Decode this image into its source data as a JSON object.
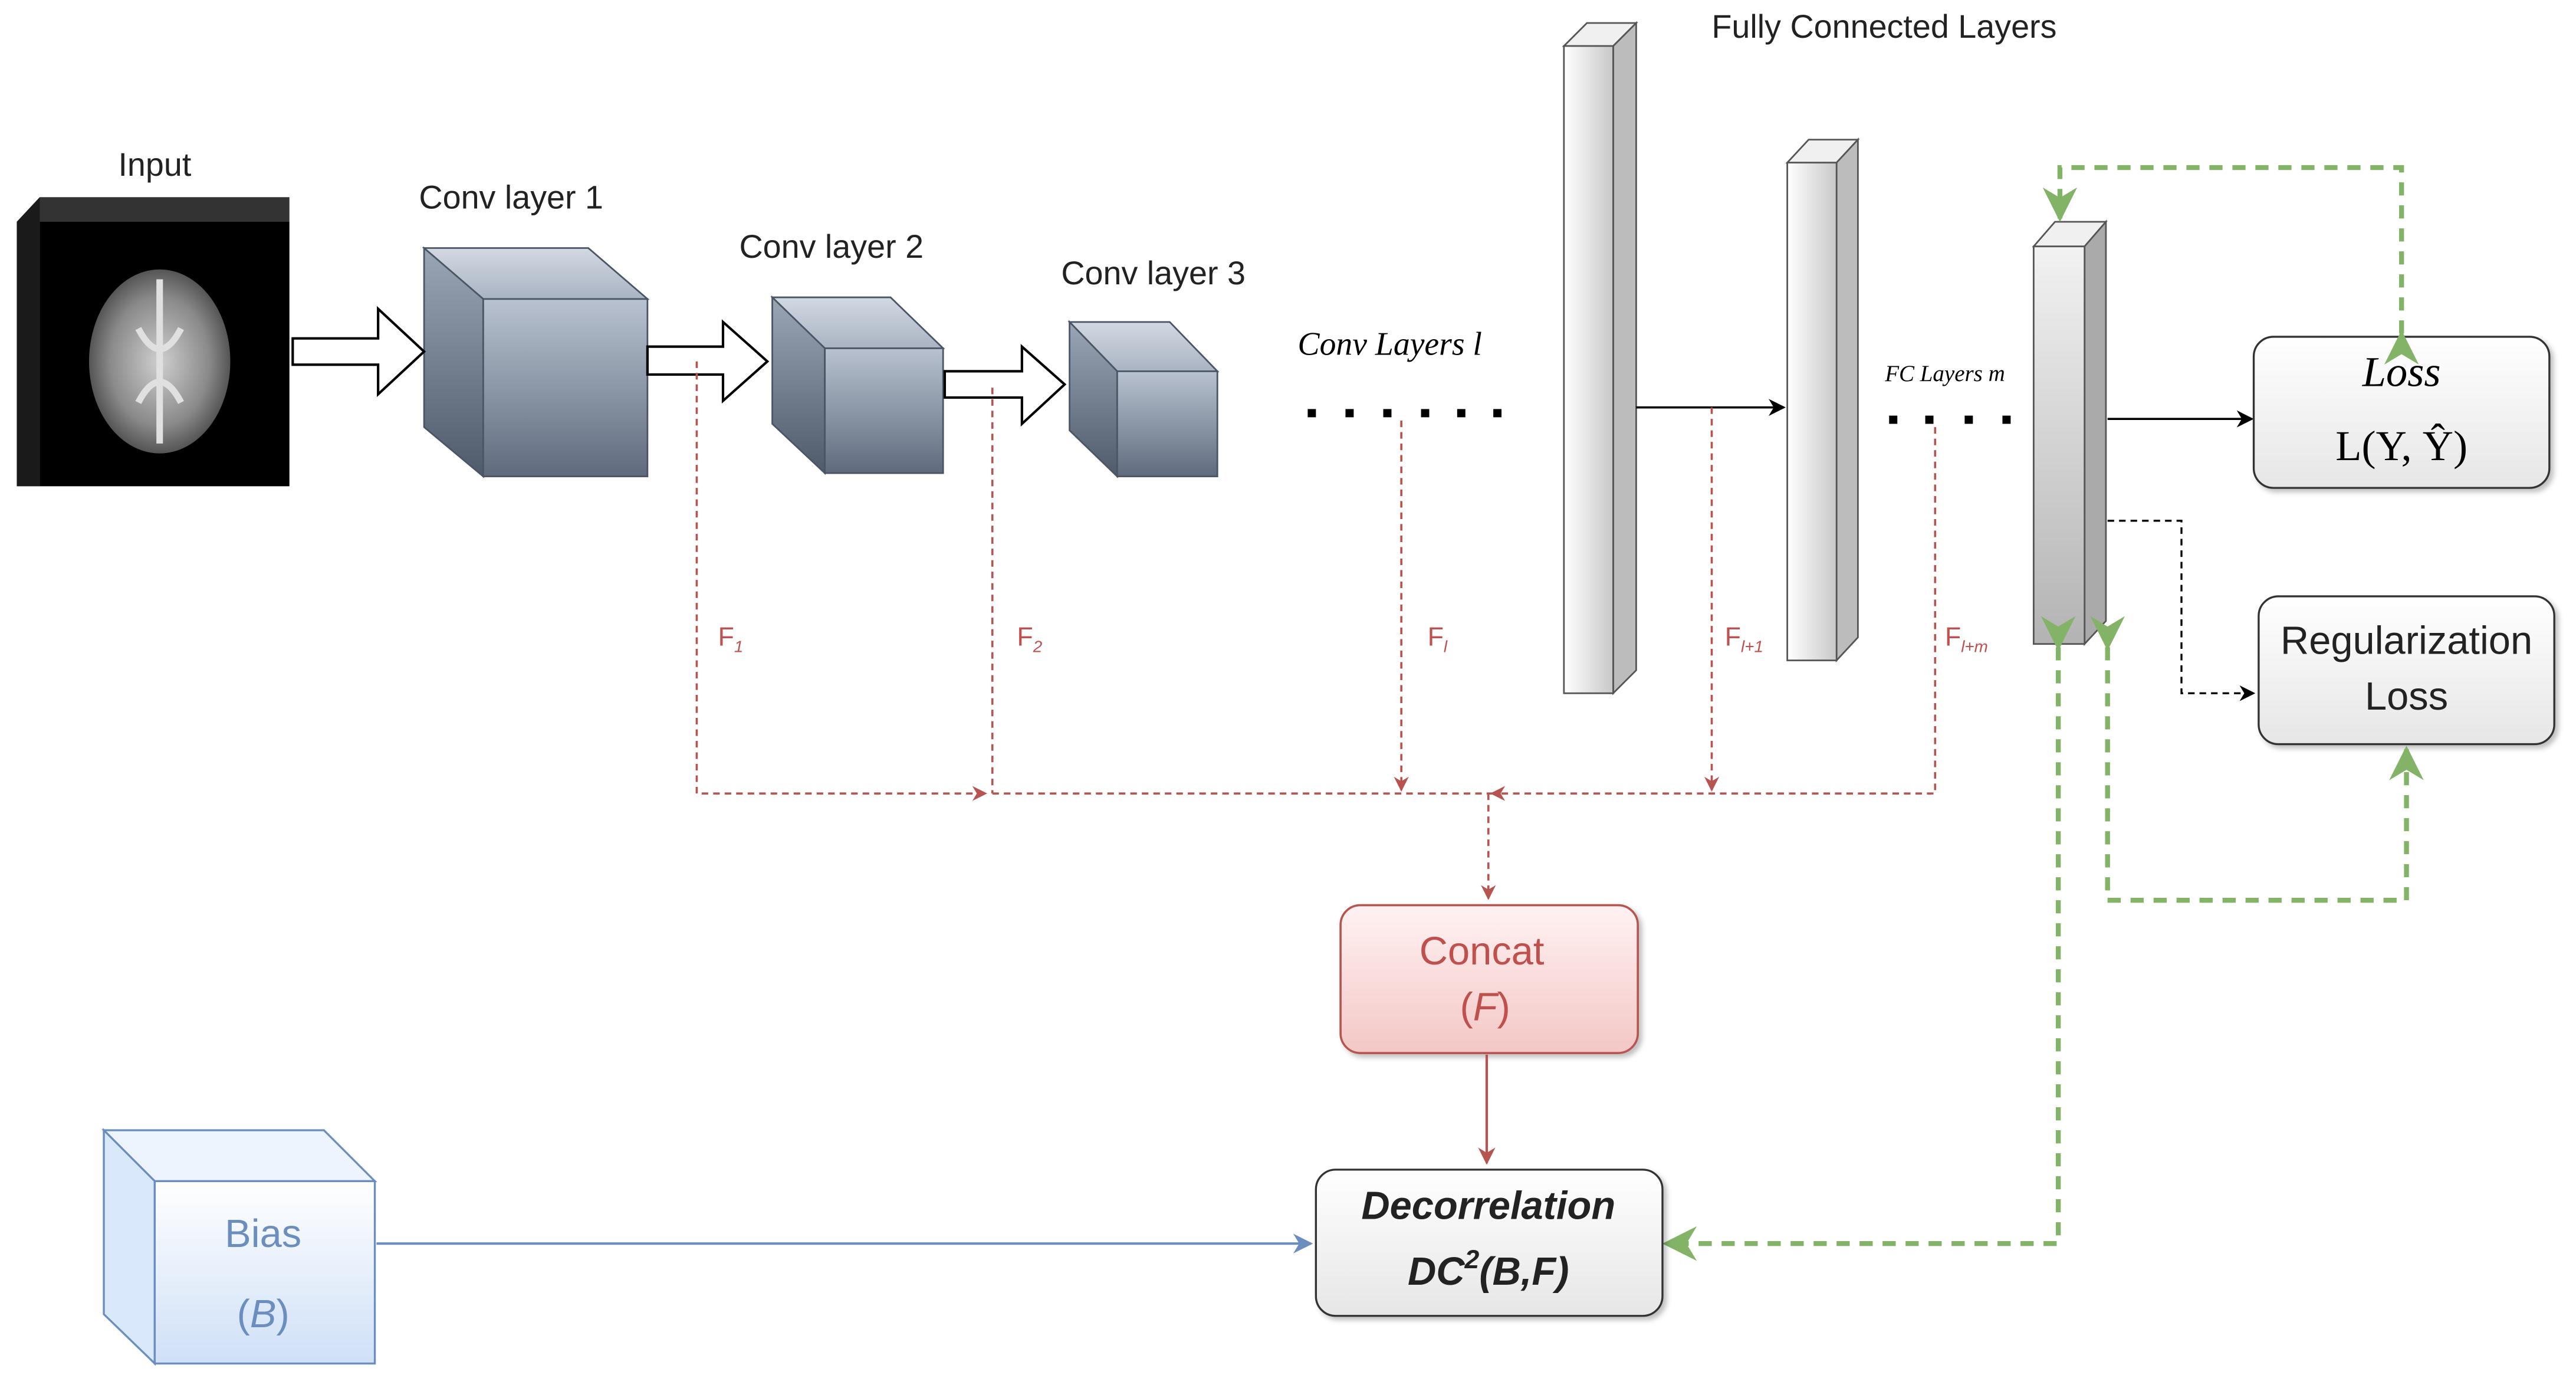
{
  "labels": {
    "input": "Input",
    "conv1": "Conv layer 1",
    "conv2": "Conv layer 2",
    "conv3": "Conv layer 3",
    "conv_l": "Conv Layers l",
    "fc_title": "Fully Connected Layers",
    "fc_m": "FC Layers m"
  },
  "features": {
    "f1": {
      "base": "F",
      "sub": "1"
    },
    "f2": {
      "base": "F",
      "sub": "2"
    },
    "fl": {
      "base": "F",
      "sub": "l"
    },
    "fl1": {
      "base": "F",
      "sub": "l+1"
    },
    "flm": {
      "base": "F",
      "sub": "l+m"
    }
  },
  "boxes": {
    "loss_title": "Loss",
    "loss_formula": "L(Y, Ŷ)",
    "reg_line1": "Regularization",
    "reg_line2": "Loss",
    "concat_line1": "Concat",
    "concat_open": "(",
    "concat_var": "F",
    "concat_close": ")",
    "decor_title": "Decorrelation",
    "decor_dc": "DC",
    "decor_sup": "2",
    "decor_args": "(B,F)",
    "bias_line1": "Bias",
    "bias_open": "(",
    "bias_var": "B",
    "bias_close": ")"
  },
  "colors": {
    "red": "#b85450",
    "red_fill": "#f8cecc",
    "blue": "#6c8ebf",
    "blue_fill": "#dae8fc",
    "green": "#82b366",
    "black": "#000000"
  }
}
